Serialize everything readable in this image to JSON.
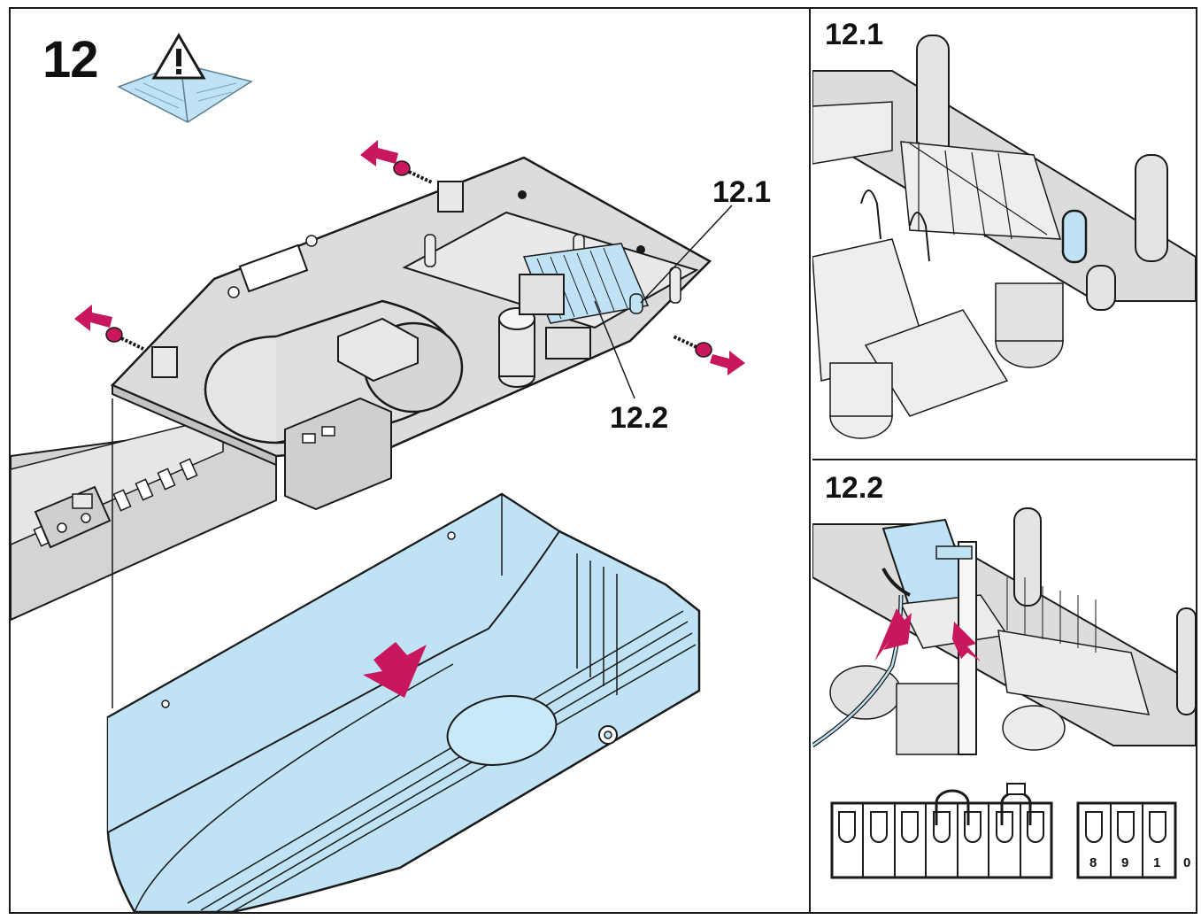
{
  "step": {
    "number": "12"
  },
  "callouts": {
    "label_12_1": "12.1",
    "label_12_2": "12.2"
  },
  "panels": {
    "detail_1_title": "12.1",
    "detail_2_title": "12.2"
  },
  "terminal_block": {
    "digits": [
      "8",
      "9",
      "1",
      "0"
    ]
  },
  "icons": [
    "manual-warning-icon",
    "removal-arrow-icon",
    "screw-icon",
    "push-down-arrow-icon"
  ],
  "colors": {
    "outline": "#1a1a1a",
    "housing_gray": "#dedede",
    "cover_blue": "#bfe3f5",
    "accent_magenta": "#c8175d",
    "shadow_gray": "#c4c4c4"
  }
}
